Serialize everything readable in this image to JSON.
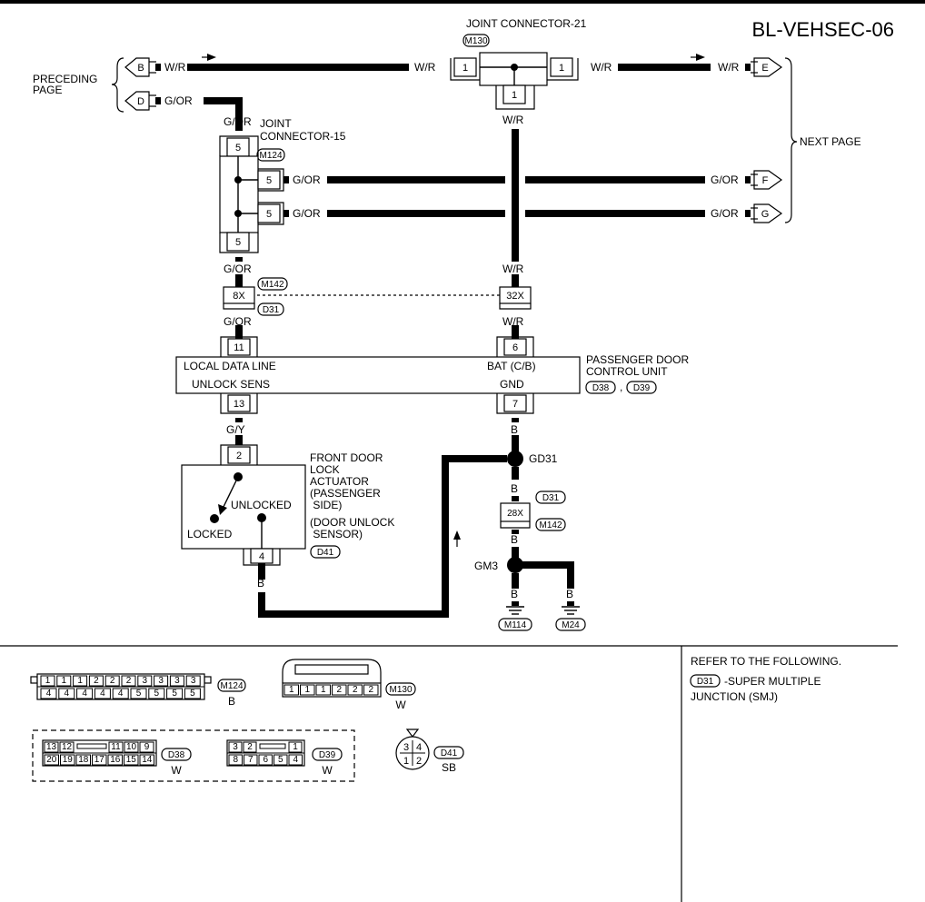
{
  "title": "BL-VEHSEC-06",
  "refs": {
    "preceding_page": [
      "PRECEDING",
      "PAGE"
    ],
    "next_page": "NEXT PAGE",
    "arrows": {
      "B": "B",
      "D": "D",
      "E": "E",
      "F": "F",
      "G": "G"
    }
  },
  "wires": {
    "wr": "W/R",
    "gor": "G/OR",
    "gy": "G/Y",
    "b": "B"
  },
  "joint21": {
    "name": "JOINT CONNECTOR-21",
    "code": "M130",
    "pins": [
      "1",
      "1",
      "1"
    ]
  },
  "joint15": {
    "name": [
      "JOINT",
      "CONNECTOR-15"
    ],
    "code": "M124",
    "pins": [
      "5",
      "5",
      "5",
      "5"
    ]
  },
  "smj": {
    "codes": [
      "M142",
      "D31"
    ],
    "pin_left": "8X",
    "pin_right": "32X"
  },
  "pdcu": {
    "name": [
      "PASSENGER DOOR",
      "CONTROL UNIT"
    ],
    "codes": [
      "D38",
      "D39"
    ],
    "sep": ",",
    "pins": {
      "local_data_line": "11",
      "unlock_sens": "13",
      "bat": "6",
      "gnd": "7"
    },
    "labels": {
      "local_data_line": "LOCAL DATA LINE",
      "unlock_sens": "UNLOCK SENS",
      "bat": "BAT (C/B)",
      "gnd": "GND"
    }
  },
  "actuator": {
    "name": [
      "FRONT DOOR",
      "LOCK",
      "ACTUATOR",
      "(PASSENGER",
      " SIDE)",
      "(DOOR UNLOCK",
      " SENSOR)"
    ],
    "code": "D41",
    "pins": [
      "2",
      "4"
    ],
    "states": {
      "unlocked": "UNLOCKED",
      "locked": "LOCKED"
    }
  },
  "grounds": {
    "gd31": "GD31",
    "gm3": "GM3",
    "smj_pin": "28X",
    "smj_codes": [
      "D31",
      "M142"
    ],
    "codes": [
      "M114",
      "M24"
    ]
  },
  "connectors": {
    "m124": {
      "code": "M124",
      "color": "B",
      "row1": [
        "1",
        "1",
        "1",
        "2",
        "2",
        "2",
        "3",
        "3",
        "3",
        "3"
      ],
      "row2": [
        "4",
        "4",
        "4",
        "4",
        "4",
        "5",
        "5",
        "5",
        "5"
      ]
    },
    "m130": {
      "code": "M130",
      "color": "W",
      "row": [
        "1",
        "1",
        "1",
        "2",
        "2",
        "2"
      ]
    },
    "d38": {
      "code": "D38",
      "color": "W",
      "row1_left": [
        "13",
        "12"
      ],
      "row1_right": [
        "11",
        "10",
        "9"
      ],
      "row2": [
        "20",
        "19",
        "18",
        "17",
        "16",
        "15",
        "14"
      ]
    },
    "d39": {
      "code": "D39",
      "color": "W",
      "row1_left": [
        "3",
        "2"
      ],
      "row1_right": [
        "1"
      ],
      "row2": [
        "8",
        "7",
        "6",
        "5",
        "4"
      ]
    },
    "d41": {
      "code": "D41",
      "color": "SB",
      "pins": [
        "3",
        "4",
        "1",
        "2"
      ]
    }
  },
  "refer": {
    "header": "REFER TO THE FOLLOWING.",
    "code": "D31",
    "text1": "-SUPER MULTIPLE",
    "text2": "JUNCTION (SMJ)"
  }
}
